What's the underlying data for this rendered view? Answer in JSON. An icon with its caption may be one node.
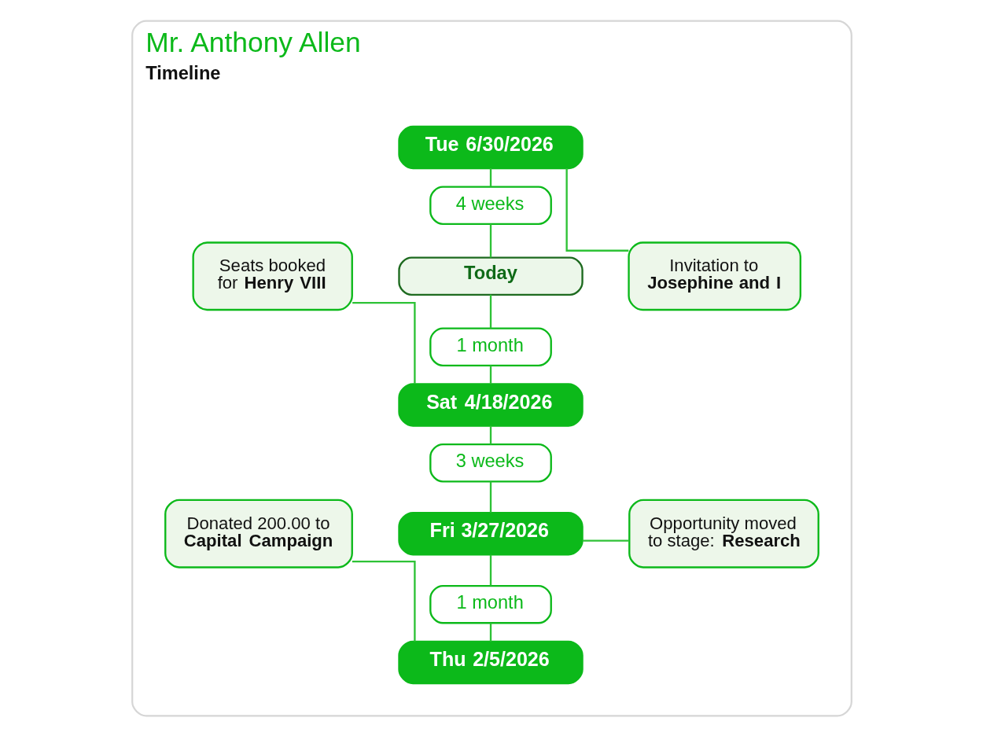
{
  "diagram": {
    "nodes": [
      {
        "text": [
          "Mr. Anthony Allen",
          "Timeline"
        ]
      },
      {
        "text": [
          "Tue 6/30/2026"
        ],
        "in": 0
      },
      {
        "text": [
          "4 weeks"
        ],
        "in": 0
      },
      {
        "text": [
          "Today"
        ],
        "in": 0
      },
      {
        "text": [
          "1 month"
        ],
        "in": 0
      },
      {
        "text": [
          "Sat 4/18/2026"
        ],
        "in": 0
      },
      {
        "text": [
          "3 weeks"
        ],
        "in": 0
      },
      {
        "text": [
          "Fri 3/27/2026"
        ],
        "in": 0
      },
      {
        "text": [
          "1 month"
        ],
        "in": 0
      },
      {
        "text": [
          "Thu 2/5/2026"
        ],
        "in": 0
      },
      {
        "text": [
          "Seats booked for **Henry VIII**"
        ],
        "in": 0
      },
      {
        "text": [
          "Invitation to **Josephine and I**"
        ],
        "in": 0
      },
      {
        "text": [
          "Donated 200.00 to **Capital Campaign**"
        ],
        "in": 0
      },
      {
        "text": [
          "Opportunity moved to stage: **Research**"
        ],
        "in": 0
      }
    ],
    "edges": [
      {
        "from": 1,
        "to": 2,
        "arrow": "none"
      },
      {
        "from": 2,
        "to": 3,
        "arrow": "none"
      },
      {
        "from": 3,
        "to": 4,
        "arrow": "none"
      },
      {
        "from": 4,
        "to": 5,
        "arrow": "none"
      },
      {
        "from": 5,
        "to": 6,
        "arrow": "none"
      },
      {
        "from": 6,
        "to": 7,
        "arrow": "none"
      },
      {
        "from": 7,
        "to": 8,
        "arrow": "none"
      },
      {
        "from": 8,
        "to": 9,
        "arrow": "none"
      },
      {
        "from": 1,
        "to": 11,
        "arrow": "none"
      },
      {
        "from": 10,
        "to": 5,
        "arrow": "none"
      },
      {
        "from": 7,
        "to": 13,
        "arrow": "none"
      },
      {
        "from": 12,
        "to": 9,
        "arrow": "none"
      }
    ]
  }
}
